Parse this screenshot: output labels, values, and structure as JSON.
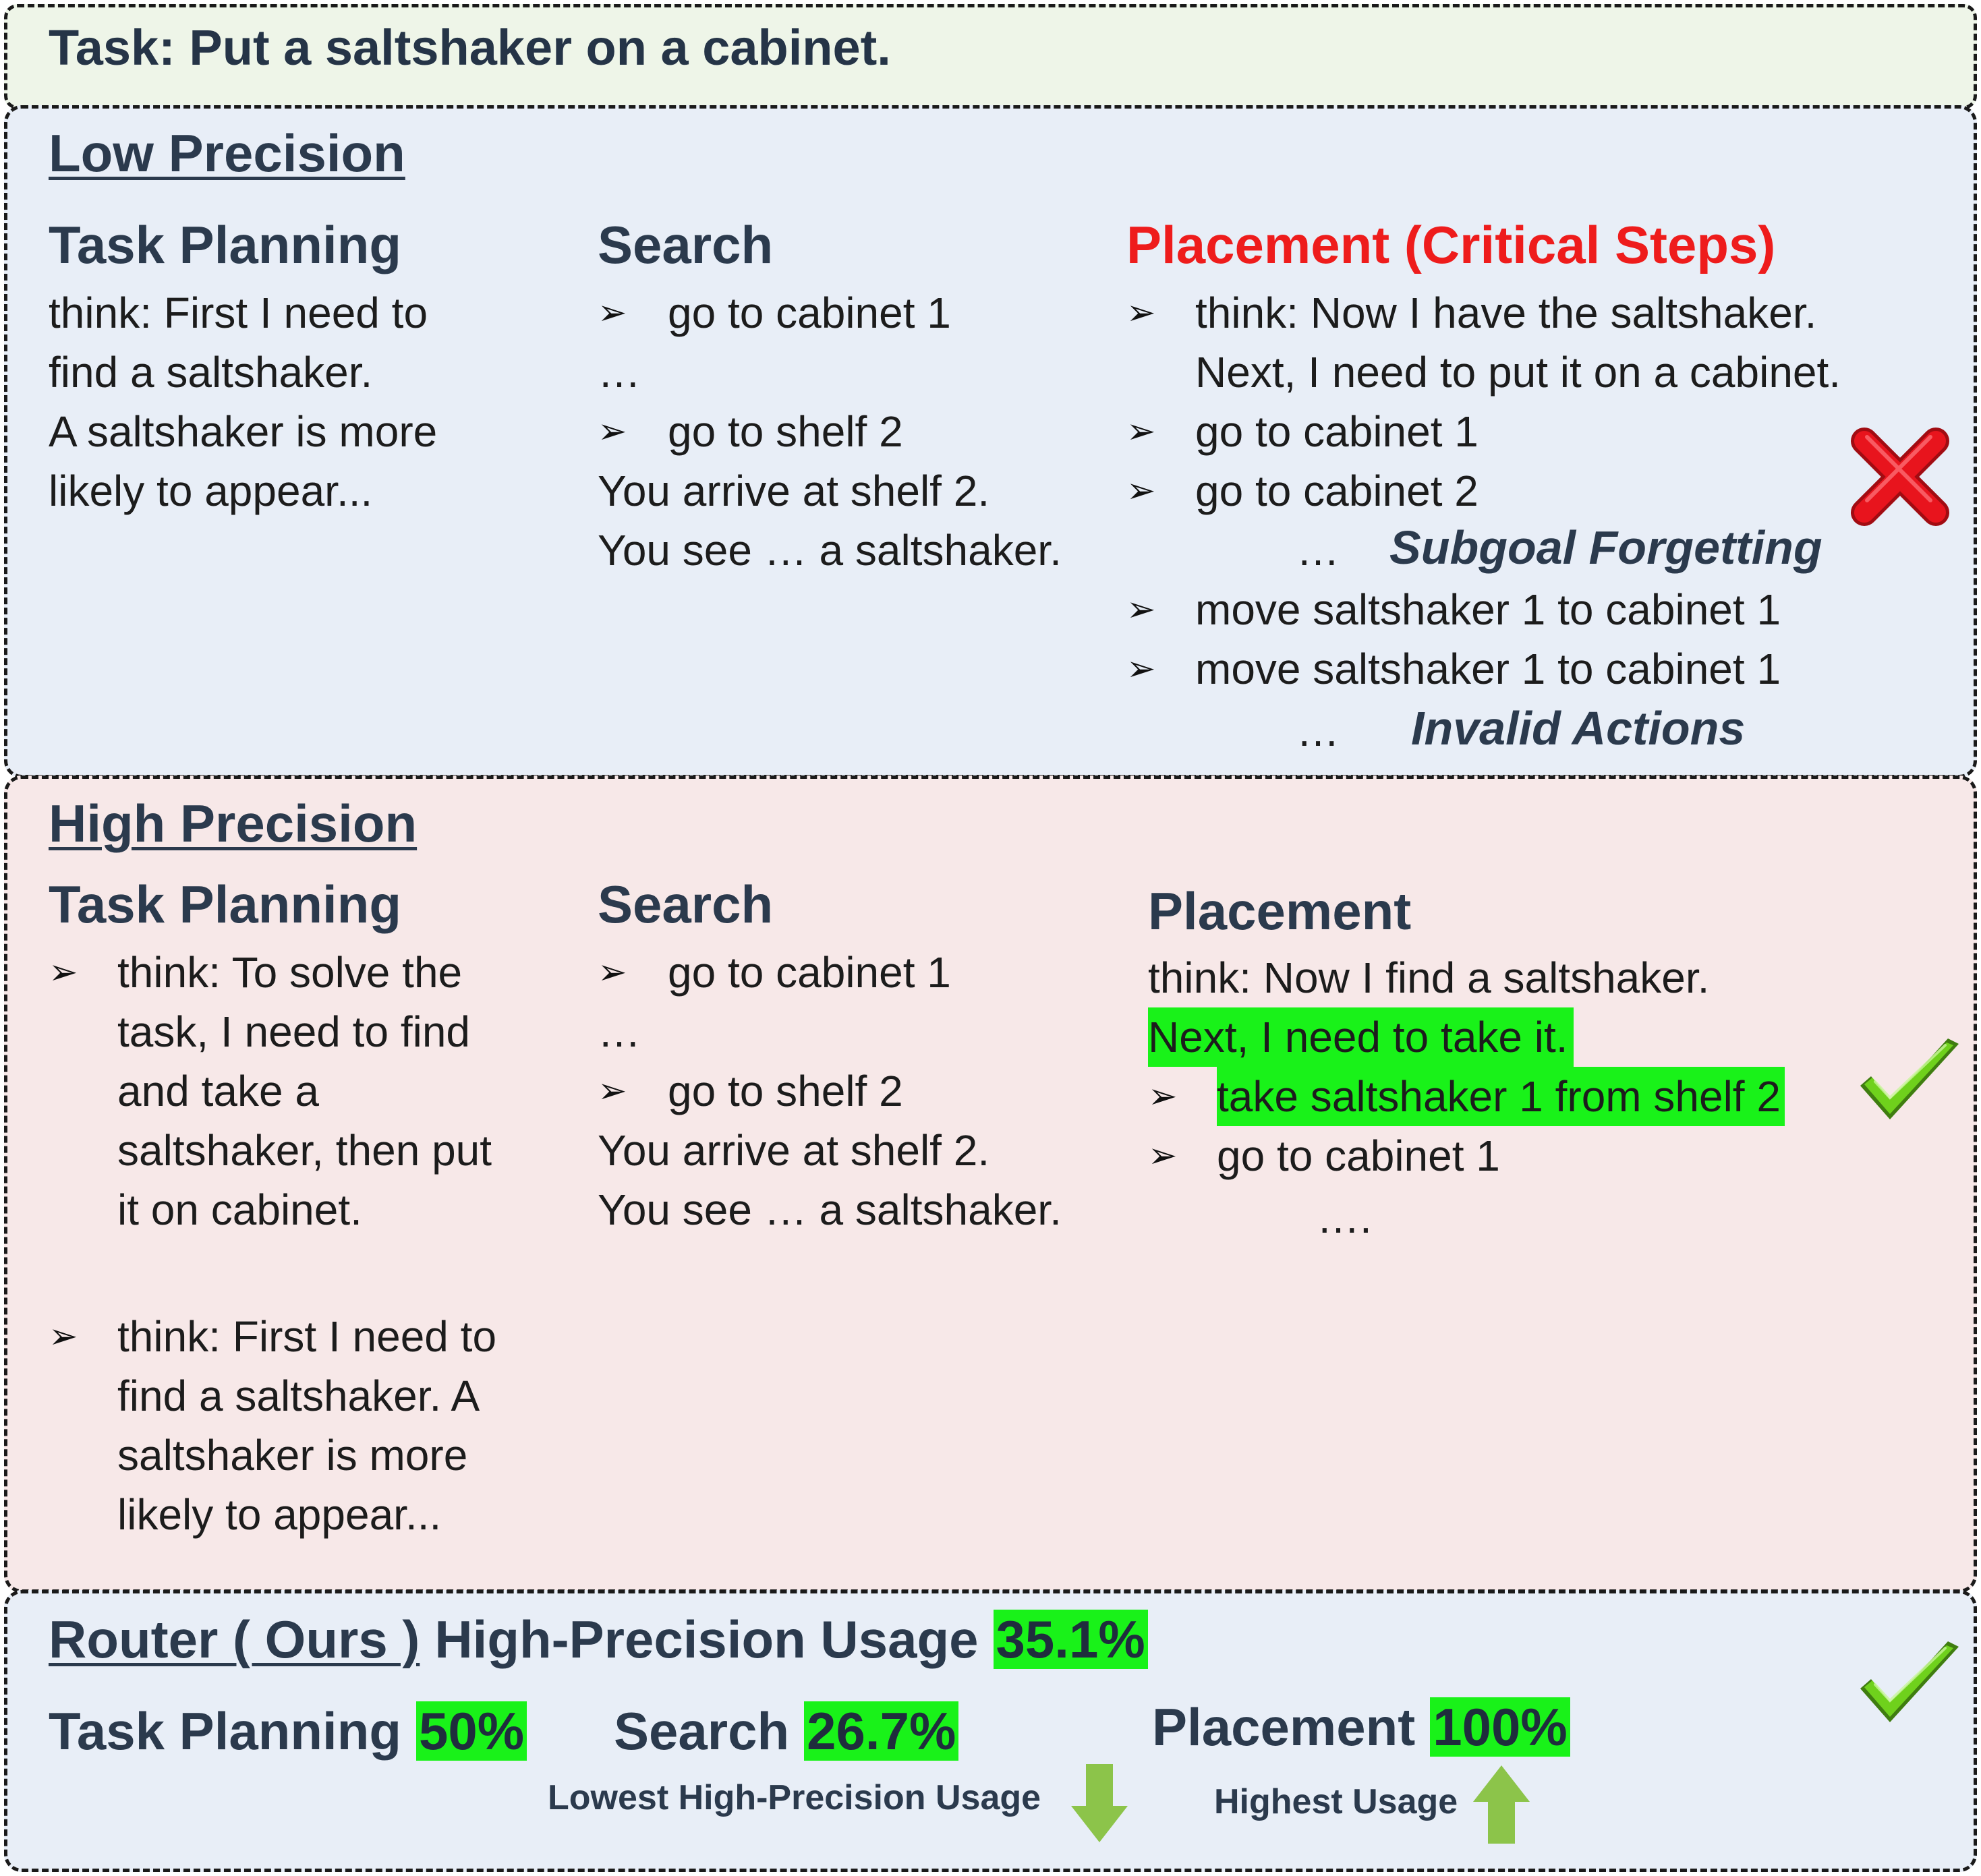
{
  "task": "Task: Put a saltshaker on a cabinet.",
  "low": {
    "title": "Low Precision",
    "task_planning": {
      "heading": "Task Planning",
      "lines": [
        "think: First I need to",
        "find a saltshaker.",
        "A saltshaker is more",
        "likely to appear..."
      ]
    },
    "search": {
      "heading": "Search",
      "step1": "go to cabinet 1",
      "dots": "…",
      "step2": "go to shelf 2",
      "obs1": "You arrive at shelf 2.",
      "obs2": "You see … a saltshaker."
    },
    "placement": {
      "heading": "Placement (Critical Steps)",
      "think1": "think: Now I have the saltshaker.",
      "think2": "Next, I need to put it on a cabinet.",
      "step1": "go to cabinet 1",
      "step2": "go to cabinet 2",
      "dots1": "…",
      "note1": "Subgoal Forgetting",
      "step3": "move saltshaker 1 to cabinet 1",
      "step4": "move saltshaker 1 to cabinet 1",
      "dots2": "…",
      "note2": "Invalid Actions"
    }
  },
  "high": {
    "title": "High Precision",
    "task_planning": {
      "heading": "Task Planning",
      "item1": [
        "think: To solve the",
        "task, I need to find",
        "and take a",
        "saltshaker, then put",
        "it on cabinet."
      ],
      "item2": [
        "think: First I need to",
        "find a saltshaker.  A",
        "saltshaker is more",
        "likely to appear..."
      ]
    },
    "search": {
      "heading": "Search",
      "step1": "go to cabinet 1",
      "dots": "…",
      "step2": "go to shelf 2",
      "obs1": "You arrive at shelf 2.",
      "obs2": "You see … a saltshaker."
    },
    "placement": {
      "heading": "Placement",
      "think1": "think: Now I find a saltshaker.",
      "think2": "Next, I need to take it.",
      "step1": "take saltshaker 1 from shelf 2",
      "step2": "go to cabinet 1",
      "dots": "…."
    }
  },
  "router": {
    "title": "Router ( Ours )",
    "usage_label": "High-Precision Usage",
    "usage_value": "35.1%",
    "task_planning": {
      "label": "Task Planning",
      "value": "50%"
    },
    "search": {
      "label": "Search",
      "value": "26.7%",
      "note": "Lowest High-Precision Usage"
    },
    "placement": {
      "label": "Placement",
      "value": "100%",
      "note": "Highest Usage"
    }
  },
  "colors": {
    "highlight": "#19f219",
    "critical": "#ee1c1c",
    "heading": "#2b3a4d",
    "arrow_green": "#8cc44a",
    "check_green": "#6fd11c",
    "cross_red": "#e8141d"
  },
  "icons": [
    "cross-icon",
    "check-icon",
    "arrow-down-icon",
    "arrow-up-icon",
    "bullet-arrow-icon"
  ]
}
